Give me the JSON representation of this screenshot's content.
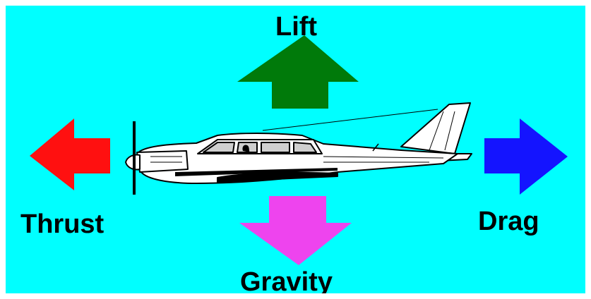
{
  "diagram": {
    "background_color": "#00ffff",
    "forces": [
      {
        "key": "lift",
        "label": "Lift",
        "color": "#007a0a",
        "direction": "up"
      },
      {
        "key": "thrust",
        "label": "Thrust",
        "color": "#ff1010",
        "direction": "left"
      },
      {
        "key": "drag",
        "label": "Drag",
        "color": "#1414ff",
        "direction": "right"
      },
      {
        "key": "gravity",
        "label": "Gravity",
        "color": "#ee44ee",
        "direction": "down"
      }
    ],
    "aircraft": {
      "icon": "airplane-icon",
      "body_color": "#ffffff",
      "outline_color": "#000000"
    }
  }
}
